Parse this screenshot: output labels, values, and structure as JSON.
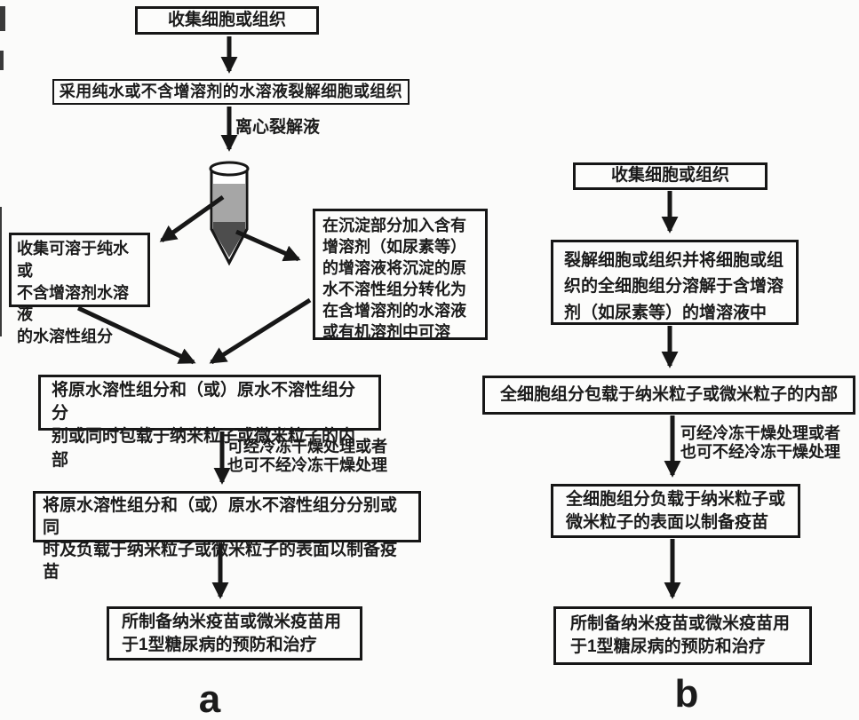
{
  "figure": {
    "panel_labels": {
      "a": "a",
      "b": "b"
    },
    "flow_a": {
      "box_collect": "收集细胞或组织",
      "box_lyse": "采用纯水或不含增溶剂的水溶液裂解细胞或组织",
      "centrifuge_arrow_label": "离心裂解液",
      "box_supernatant": "收集可溶于纯水或\n不含增溶剂水溶液\n的水溶性组分",
      "box_pellet": "在沉淀部分加入含有\n增溶剂（如尿素等）\n的增溶液将沉淀的原\n水不溶性组分转化为\n在含增溶剂的水溶液\n或有机溶剂中可溶",
      "box_encapsulate": "将原水溶性组分和（或）原水不溶性组分分\n别或同时包载于纳米粒子或微米粒子的内部",
      "freeze_dry_label": "可经冷冻干燥处理或者\n也可不经冷冻干燥处理",
      "box_surface_load": "将原水溶性组分和（或）原水不溶性组分分别或同\n时及负载于纳米粒子或微米粒子的表面以制备疫苗",
      "box_vaccine_use": "所制备纳米疫苗或微米疫苗用\n于1型糖尿病的预防和治疗"
    },
    "flow_b": {
      "box_collect": "收集细胞或组织",
      "box_lyse_dissolve": "裂解细胞或组织并将细胞或组\n织的全细胞组分溶解于含增溶\n剂（如尿素等）的增溶液中",
      "box_encapsulate": "全细胞组分包载于纳米粒子或微米粒子的内部",
      "freeze_dry_label": "可经冷冻干燥处理或者\n也可不经冷冻干燥处理",
      "box_surface_load": "全细胞组分负载于纳米粒子或\n微米粒子的表面以制备疫苗",
      "box_vaccine_use": "所制备纳米疫苗或微米疫苗用\n于1型糖尿病的预防和治疗"
    },
    "colors": {
      "supernatant_gray": "#a6a6a6",
      "pellet_dark": "#4d4d4d",
      "line_black": "#171717",
      "background": "#fbfbfa"
    }
  }
}
